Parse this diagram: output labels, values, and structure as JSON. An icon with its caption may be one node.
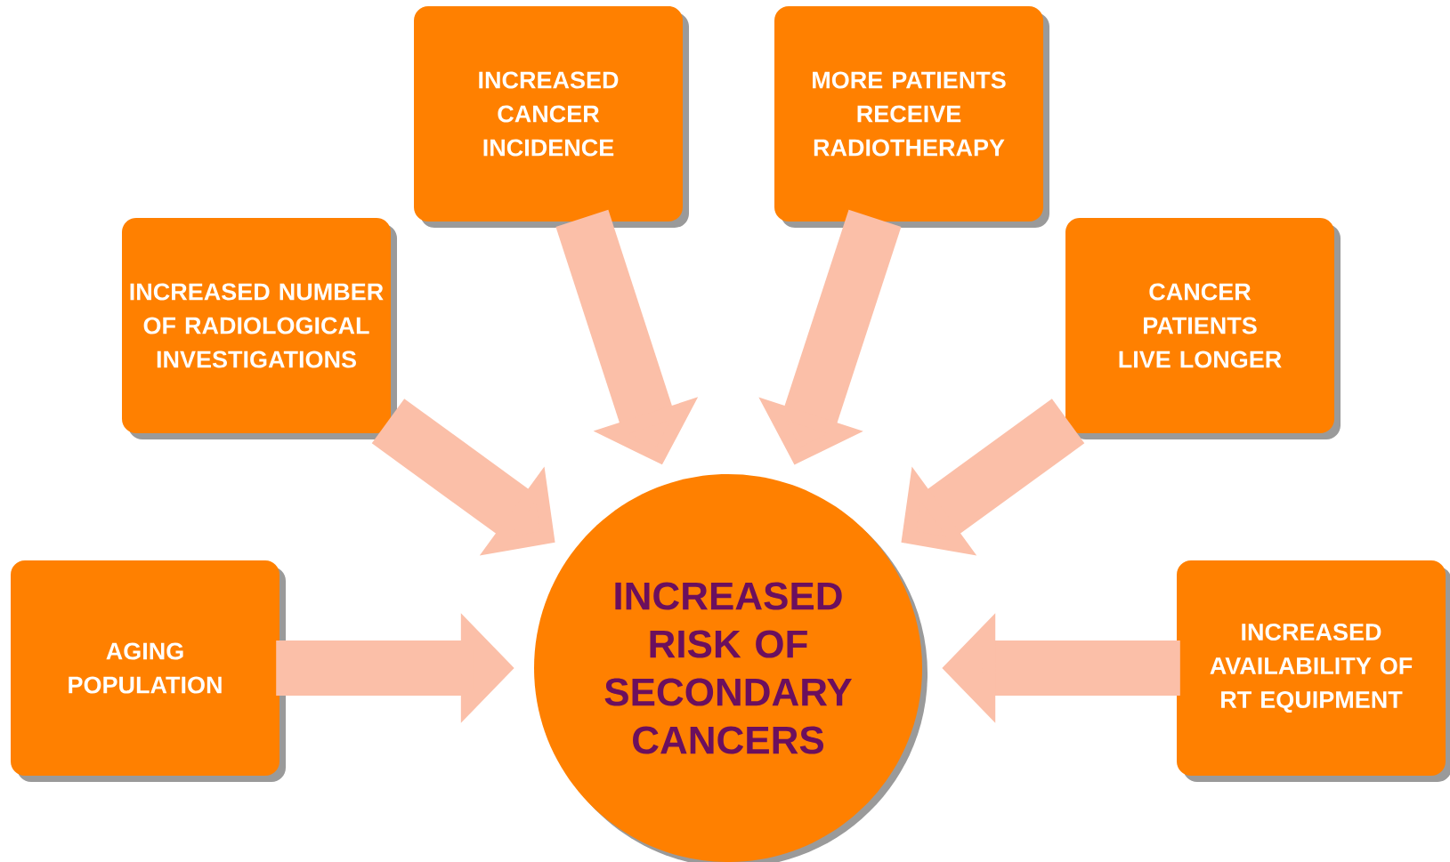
{
  "diagram": {
    "nodes": [
      {
        "text": [
          "INCREASED CANCER INCIDENCE"
        ]
      },
      {
        "text": [
          "MORE PATIENTS RECEIVE RADIOTHERAPY"
        ]
      },
      {
        "text": [
          "INCREASED NUMBER OF RADIOLOGICAL INVESTIGATIONS"
        ]
      },
      {
        "text": [
          "CANCER PATIENTS LIVE LONGER"
        ]
      },
      {
        "text": [
          "AGING POPULATION"
        ]
      },
      {
        "text": [
          "INCREASED RISK OF SECONDARY CANCERS"
        ]
      },
      {
        "text": [
          "INCREASED AVAILABILITY OF RT EQUIPMENT"
        ]
      }
    ],
    "edges": [
      {
        "from": 4,
        "to": 5,
        "arrow": "to"
      },
      {
        "from": 2,
        "to": 5,
        "arrow": "to"
      },
      {
        "from": 0,
        "to": 5,
        "arrow": "to"
      },
      {
        "from": 1,
        "to": 5,
        "arrow": "to"
      },
      {
        "from": 3,
        "to": 5,
        "arrow": "to"
      },
      {
        "from": 6,
        "to": 5,
        "arrow": "to"
      }
    ]
  }
}
